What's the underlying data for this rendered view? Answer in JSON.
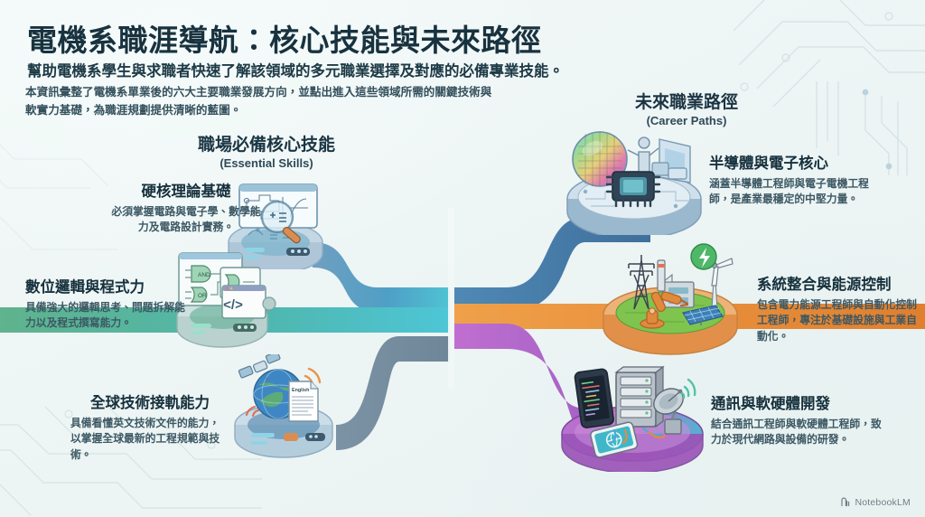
{
  "header": {
    "title": "電機系職涯導航：核心技能與未來路徑",
    "subtitle": "幫助電機系學生與求職者快速了解該領域的多元職業選擇及對應的必備專業技能。",
    "intro": "本資訊彙整了電機系單業後的六大主要職業發展方向，並點出進入這些領域所需的關鍵技術與軟實力基礎，為職涯規劃提供清晰的藍圖。"
  },
  "columns": {
    "skills": {
      "zh": "職場必備核心技能",
      "en": "(Essential Skills)"
    },
    "paths": {
      "zh": "未來職業路徑",
      "en": "(Career Paths)"
    }
  },
  "skills": [
    {
      "id": "theory",
      "heading": "硬核理論基礎",
      "desc": "必須掌握電路與電子學、數學能力及電路設計實務。",
      "icon": "circuit-magnifier-icon",
      "color": "#8fa9bd",
      "ribbon_color": "#5b93bd"
    },
    {
      "id": "logic",
      "heading": "數位邏輯與程式力",
      "desc": "具備強大的邏輯思考、問題拆解能力以及程式撰寫能力。",
      "icon": "logic-gates-code-icon",
      "color": "#7fb79c",
      "ribbon_color": "#5ab08a"
    },
    {
      "id": "global",
      "heading": "全球技術接軌能力",
      "desc": "具備看懂英文技術文件的能力，以掌握全球最新的工程規範與技術。",
      "icon": "globe-satellite-doc-icon",
      "color": "#7e94a6",
      "ribbon_color": "#6b8496"
    }
  ],
  "paths": [
    {
      "id": "semi",
      "heading": "半導體與電子核心",
      "desc": "涵蓋半導體工程師與電子電機工程師，是產業最穩定的中堅力量。",
      "icon": "silicon-wafer-chip-icon",
      "color": "#5e87ad",
      "ribbon_color": "#4e81ae"
    },
    {
      "id": "energy",
      "heading": "系統整合與能源控制",
      "desc": "包含電力能源工程師與自動化控制工程師，專注於基礎設施與工業自動化。",
      "icon": "power-grid-robot-icon",
      "color": "#e08a3c",
      "ribbon_color": "#ec9342"
    },
    {
      "id": "comm",
      "heading": "通訊與軟硬體開發",
      "desc": "結合通訊工程師與軟硬體工程師，致力於現代網路與設備的研發。",
      "icon": "server-antenna-phone-icon",
      "color": "#a167c4",
      "ribbon_color": "#a86bc9"
    }
  ],
  "wafer_labels": {
    "doc": "English",
    "gate_and": "AND",
    "gate_or": "OR",
    "code": "</>"
  },
  "watermark": {
    "text": "NotebookLM",
    "icon": "notebooklm-logo-icon"
  },
  "theme": {
    "bg": "#eef5f5",
    "title_color": "#18323f",
    "body_color": "#3c5864"
  }
}
